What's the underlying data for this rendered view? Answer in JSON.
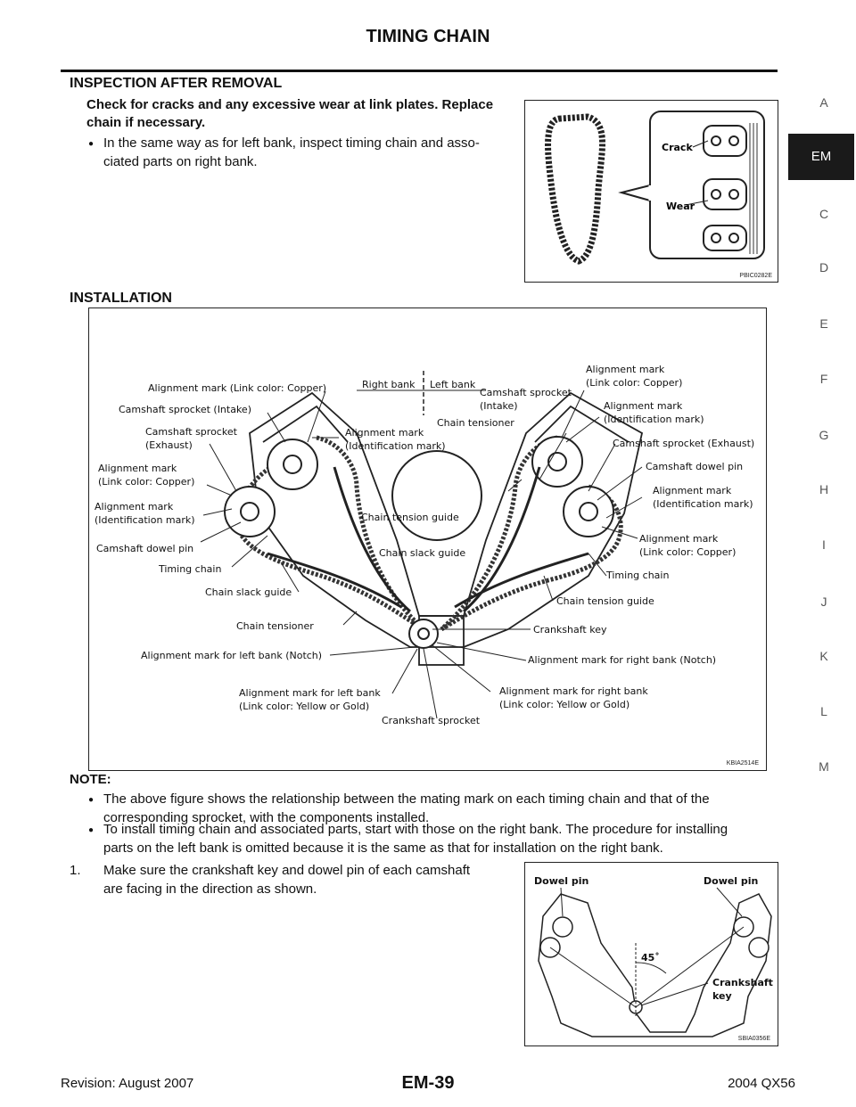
{
  "header": {
    "title": "TIMING CHAIN"
  },
  "sections": {
    "inspection": {
      "heading": "INSPECTION AFTER REMOVAL",
      "bold_line1": "Check for cracks and any excessive wear at link plates. Replace",
      "bold_line2": "chain if necessary.",
      "bullet_line1": "In the same way as for left bank, inspect timing chain and asso-",
      "bullet_line2": "ciated parts on right bank.",
      "figure": {
        "labels": {
          "crack": "Crack",
          "wear": "Wear"
        },
        "code": "PBIC0282E"
      }
    },
    "installation": {
      "heading": "INSTALLATION",
      "figure": {
        "code": "KBIA2514E",
        "labels": {
          "right_bank": "Right bank",
          "left_bank": "Left bank",
          "l_align_copper": "Alignment mark (Link color: Copper)",
          "l_cam_intake": "Camshaft sprocket (Intake)",
          "l_cam_exhaust_1": "Camshaft sprocket",
          "l_cam_exhaust_2": "(Exhaust)",
          "l_align_copper2_1": "Alignment mark",
          "l_align_copper2_2": "(Link color: Copper)",
          "l_align_ident_1": "Alignment mark",
          "l_align_ident_2": "(Identification mark)",
          "l_dowel": "Camshaft dowel pin",
          "l_timing_chain": "Timing chain",
          "l_slack_guide": "Chain slack guide",
          "l_tensioner": "Chain tensioner",
          "l_notch": "Alignment mark for left bank (Notch)",
          "l_yellow_1": "Alignment mark for left bank",
          "l_yellow_2": "(Link color: Yellow or Gold)",
          "crank_sprocket": "Crankshaft sprocket",
          "c_align_ident_1": "Alignment mark",
          "c_align_ident_2": "(Identification mark)",
          "c_tension_guide": "Chain tension guide",
          "c_slack_guide": "Chain slack guide",
          "c_tensioner": "Chain tensioner",
          "r_cam_intake_1": "Camshaft sprocket",
          "r_cam_intake_2": "(Intake)",
          "r_align_copper_1": "Alignment mark",
          "r_align_copper_2": "(Link color: Copper)",
          "r_align_ident_1": "Alignment mark",
          "r_align_ident_2": "(Identification mark)",
          "r_cam_exhaust": "Camshaft sprocket (Exhaust)",
          "r_dowel": "Camshaft dowel pin",
          "r_align_ident2_1": "Alignment mark",
          "r_align_ident2_2": "(Identification mark)",
          "r_align_copper2_1": "Alignment mark",
          "r_align_copper2_2": "(Link color: Copper)",
          "r_timing_chain": "Timing chain",
          "r_tension_guide": "Chain tension guide",
          "crank_key": "Crankshaft key",
          "r_notch": "Alignment mark for right bank (Notch)",
          "r_yellow_1": "Alignment mark for right bank",
          "r_yellow_2": "(Link color: Yellow or Gold)"
        }
      },
      "note_heading": "NOTE:",
      "note1_line1": "The above figure shows the relationship between the mating mark on each timing chain and that of the",
      "note1_line2": "corresponding sprocket, with the components installed.",
      "note2_line1": "To install timing chain and associated parts, start with those on the right bank. The procedure for installing",
      "note2_line2": "parts on the left bank is omitted because it is the same as that for installation on the right bank.",
      "step1_num": "1.",
      "step1_line1": "Make sure the crankshaft key and dowel pin of each camshaft",
      "step1_line2": "are facing in the direction as shown.",
      "figure3": {
        "code": "SBIA0356E",
        "dowel_left": "Dowel pin",
        "dowel_right": "Dowel pin",
        "angle": "45˚",
        "crank_key_1": "Crankshaft",
        "crank_key_2": "key"
      }
    }
  },
  "side_tabs": [
    "A",
    "EM",
    "C",
    "D",
    "E",
    "F",
    "G",
    "H",
    "I",
    "J",
    "K",
    "L",
    "M"
  ],
  "active_tab": "EM",
  "footer": {
    "revision": "Revision: August 2007",
    "page": "EM-39",
    "model": "2004 QX56"
  }
}
